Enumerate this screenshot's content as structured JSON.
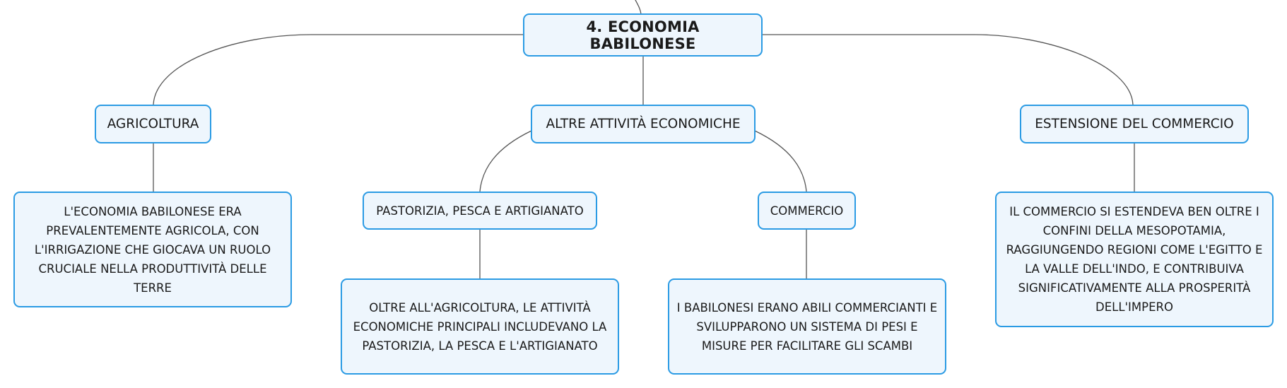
{
  "diagram": {
    "root": {
      "label": "4. ECONOMIA BABILONESE"
    },
    "branches": {
      "agricoltura": {
        "label": "AGRICOLTURA",
        "detail": "L'ECONOMIA BABILONESE ERA PREVALENTEMENTE AGRICOLA, CON L'IRRIGAZIONE CHE GIOCAVA UN RUOLO CRUCIALE NELLA PRODUTTIVITÀ DELLE TERRE"
      },
      "altre_attivita": {
        "label": "ALTRE ATTIVITÀ ECONOMICHE",
        "pastorizia": {
          "label": "PASTORIZIA, PESCA E ARTIGIANATO",
          "detail": "OLTRE ALL'AGRICOLTURA, LE ATTIVITÀ ECONOMICHE PRINCIPALI INCLUDEVANO LA PASTORIZIA, LA PESCA E L'ARTIGIANATO"
        },
        "commercio": {
          "label": "COMMERCIO",
          "detail": "I BABILONESI ERANO ABILI COMMERCIANTI E SVILUPPARONO UN SISTEMA DI PESI E MISURE PER FACILITARE GLI SCAMBI"
        }
      },
      "estensione": {
        "label": "ESTENSIONE DEL COMMERCIO",
        "detail": "IL COMMERCIO SI ESTENDEVA BEN OLTRE I CONFINI DELLA MESOPOTAMIA, RAGGIUNGENDO REGIONI COME L'EGITTO E LA VALLE DELL'INDO, E CONTRIBUIVA SIGNIFICATIVAMENTE ALLA PROSPERITÀ DELL'IMPERO"
      }
    },
    "colors": {
      "node_border": "#2b9be4",
      "node_fill": "#eef6fd",
      "connector": "#555555"
    }
  }
}
